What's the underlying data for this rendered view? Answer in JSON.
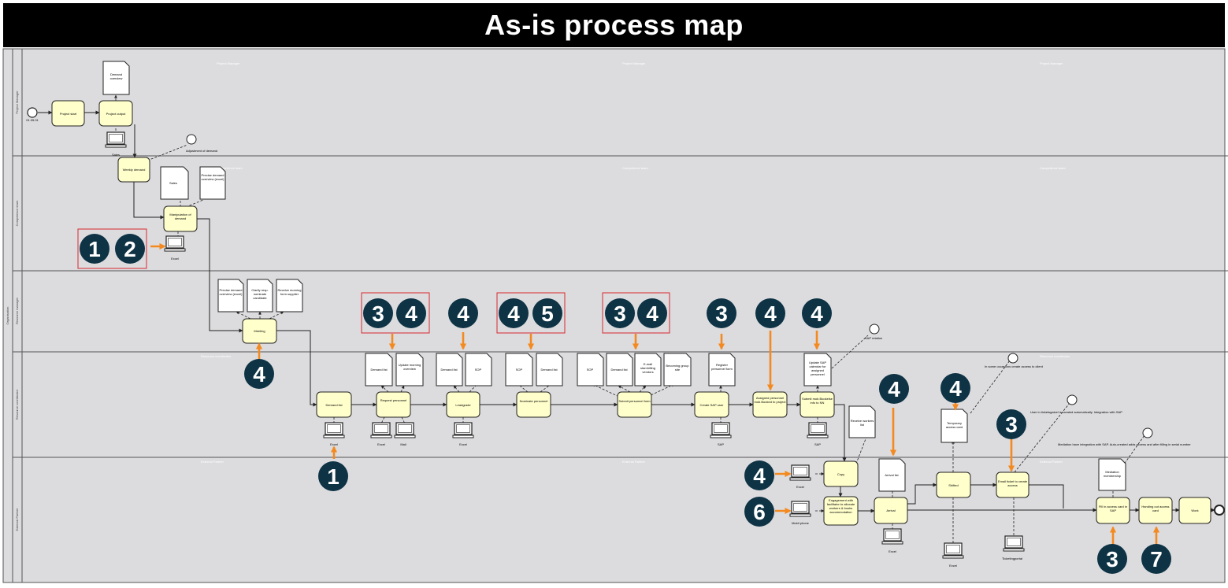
{
  "header": {
    "title": "As-is process map"
  },
  "colors": {
    "title_bg": "#000000",
    "lane_bg": "#dcdcdf",
    "task_fill": "#ffffcc",
    "badge_fill": "#0e3345",
    "arrow_orange": "#f4891f",
    "highlight_box": "#d9272e"
  },
  "lanes": [
    {
      "id": "project-manager",
      "label": "Project Manager",
      "watermark": "Project Manager"
    },
    {
      "id": "competence",
      "label": "Competence team",
      "watermark": "Competence team"
    },
    {
      "id": "resource-manager",
      "label": "Resource manager",
      "watermark": ""
    },
    {
      "id": "resource-coordinator",
      "label": "Resource coordinator",
      "watermark": "Resource coordinator"
    },
    {
      "id": "external",
      "label": "External Partner",
      "watermark": "External Partner"
    }
  ],
  "pool_label": "Organisation",
  "events": {
    "start_label": "01.05.01",
    "adjustment": "Adjustment of demand",
    "sap_relation": "SAP relation",
    "some_cases": "In some occasions create access to client",
    "user_ticket": "User in ticketsgatvel is created automatically. Integration with SAP",
    "mediation": "Mediation have integration with SAP. Auto-created adds access and after filling in serial number"
  },
  "tasks": {
    "project_start": "Project start",
    "project_output": "Project output",
    "weekly_demand": "Weekly demand",
    "manipulation": "Manipulation of demand",
    "meeting": "Meeting",
    "demand_list": "Demand list",
    "request_personnel": "Request personnel",
    "leadgrade": "Leadgrade",
    "nominate": "Nominate personnel",
    "submit_personnel": "Submit personnel form",
    "create_sap_user": "Create SAP user",
    "assigned_personnel": "Assigned personnel mob.Booked to project",
    "submit_mobilisation": "Submit mob.Bookelse info to NN",
    "copy": "Copy",
    "engagement": "Engagement with facilitator to allocate workers & books accommodation",
    "arrival": "Arrival",
    "shifted": "Shifted",
    "email_ticket": "Email ticket to create access",
    "fill_access": "Fill in access card in SAP",
    "handing_access": "Handing out access card",
    "work": "Work"
  },
  "documents": {
    "demand_overview": "Demand overview",
    "sales_doc": "Sales",
    "precise_demand": "Precise demand overview (excel)",
    "precise_demand_2": "Precise demand overview (excel)",
    "clarify_resp": "Clarify resp. nominate candidate",
    "receive_morning": "Receive morning form supplier",
    "demand_list_doc": "Demand list",
    "update_morning": "Update morning overview",
    "demand_list_doc2": "Demand list",
    "sop_doc": "SOP",
    "sop_doc2": "SOP",
    "demand_list_doc3": "Demand list",
    "sop_doc3": "SOP",
    "demand_list_doc4": "Demand list",
    "email_stamhilling": "E-mail stamhilling vendors",
    "becoming_group_site": "Becoming group site",
    "register_personnel": "Register personnel form",
    "update_sap": "Update SAP calendar for assigned personnel",
    "receive_workers": "Receive workers list",
    "arrival_list": "Arrival list",
    "temporary_access": "Temporary access card",
    "mediation_doc": "Mediation membership"
  },
  "systems": {
    "sales": "Sales",
    "excel1": "Excel",
    "excel2": "Excel",
    "excel3": "Excel",
    "mail": "Mail",
    "excel4": "Excel",
    "sap1": "SAP",
    "sap2": "SAP",
    "excel5": "Excel",
    "mobile": "Mobil phone",
    "excel6": "Excel",
    "excel7": "Excel",
    "ticketing": "Ticketingportal"
  },
  "badges": {
    "b1": "1",
    "b2": "2",
    "b3": "4",
    "b4": "3",
    "b5": "4",
    "b6": "4",
    "b7": "4",
    "b8": "5",
    "b9": "3",
    "b10": "4",
    "b11": "3",
    "b12": "4",
    "b13": "4",
    "b14": "1",
    "b15": "4",
    "b16": "4",
    "b17": "3",
    "b18": "4",
    "b19": "6",
    "b20": "3",
    "b21": "7"
  }
}
